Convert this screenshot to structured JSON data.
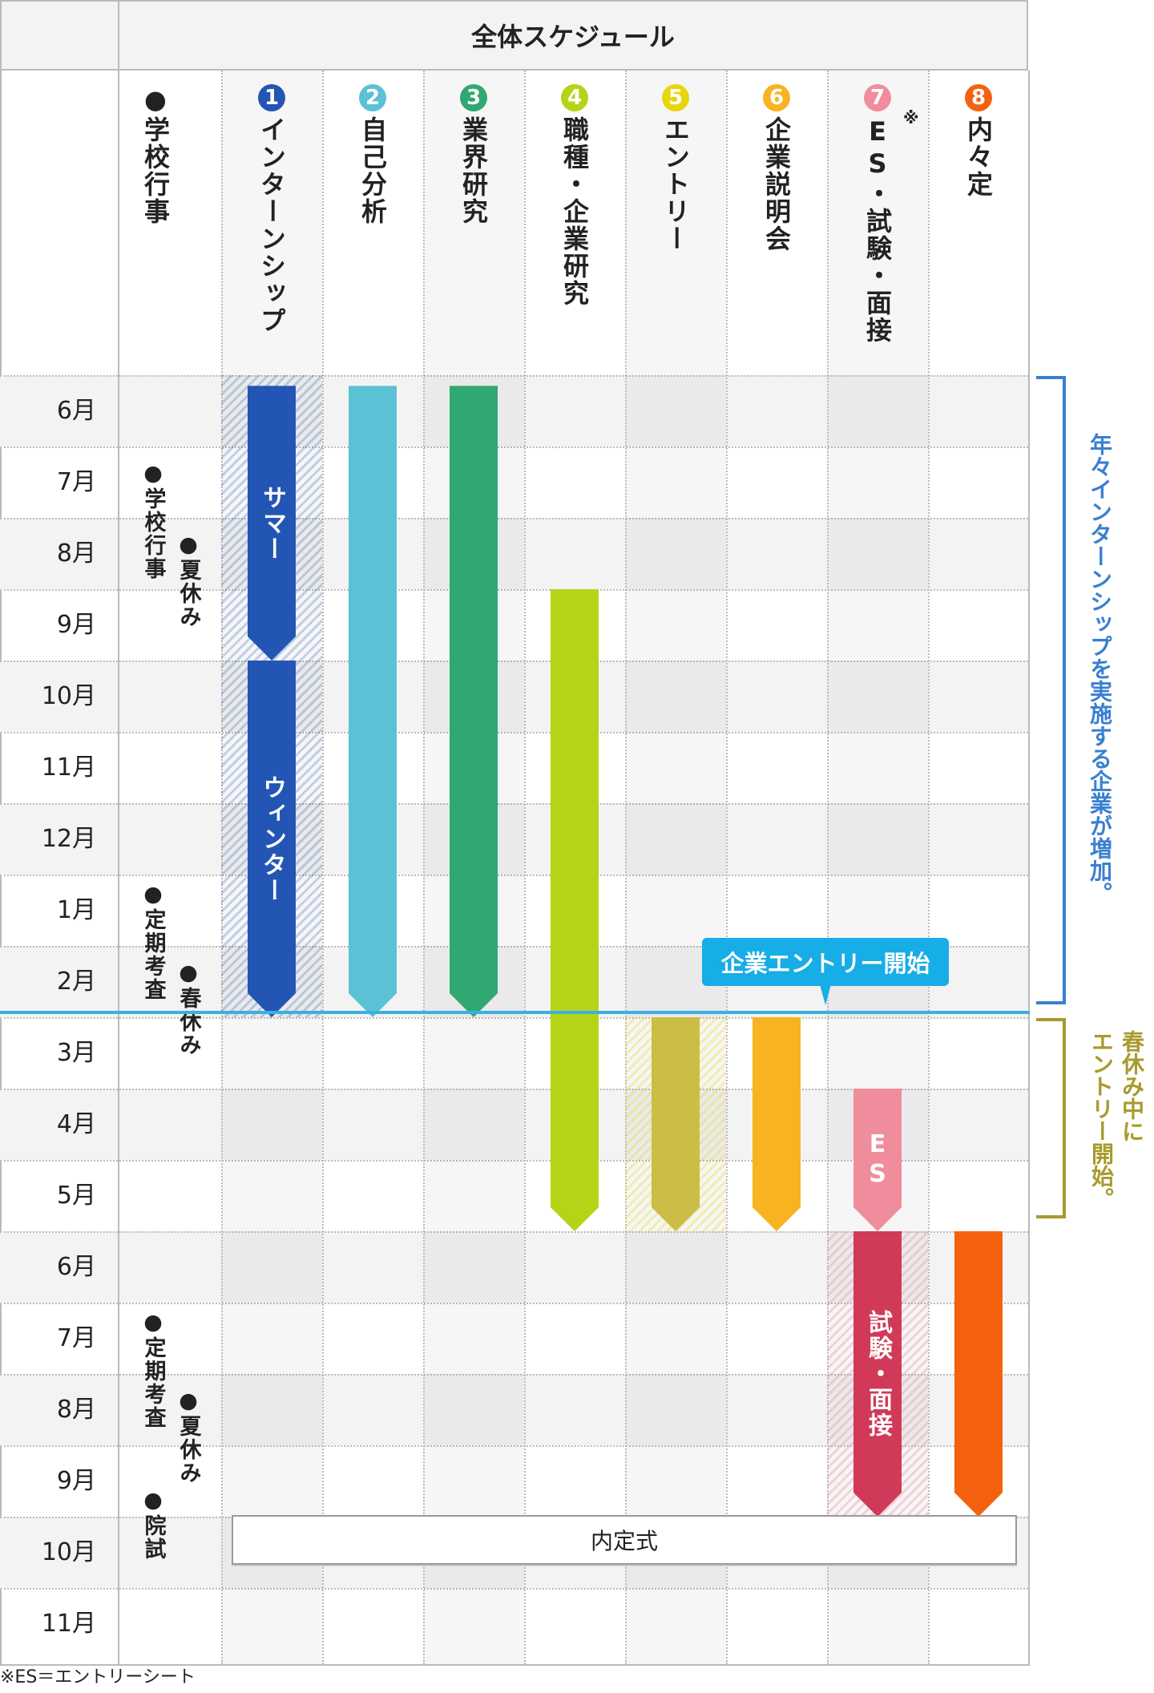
{
  "title": "全体スケジュール",
  "months": [
    "6月",
    "7月",
    "8月",
    "9月",
    "10月",
    "11月",
    "12月",
    "1月",
    "2月",
    "3月",
    "4月",
    "5月",
    "6月",
    "7月",
    "8月",
    "9月",
    "10月",
    "11月"
  ],
  "school_header": "●学校行事",
  "columns": [
    {
      "num": "1",
      "label": "インターンシップ",
      "color": "#2356b4"
    },
    {
      "num": "2",
      "label": "自己分析",
      "color": "#5bc1d4"
    },
    {
      "num": "3",
      "label": "業界研究",
      "color": "#2fa872"
    },
    {
      "num": "4",
      "label": "職種・企業研究",
      "color": "#b6d318"
    },
    {
      "num": "5",
      "label": "エントリー",
      "color": "#e9d60a"
    },
    {
      "num": "6",
      "label": "企業説明会",
      "color": "#f8b321"
    },
    {
      "num": "7",
      "label": "ES・試験・面接",
      "color": "#f08d9c",
      "note": "※"
    },
    {
      "num": "8",
      "label": "内々定",
      "color": "#f5620f"
    }
  ],
  "school_events": [
    {
      "label": "●学校行事",
      "lane": 0,
      "month_index": 1.2
    },
    {
      "label": "●夏休み",
      "lane": 1,
      "month_index": 2.2
    },
    {
      "label": "●定期考査",
      "lane": 0,
      "month_index": 7.1
    },
    {
      "label": "●春休み",
      "lane": 1,
      "month_index": 8.2
    },
    {
      "label": "●定期考査",
      "lane": 0,
      "month_index": 13.1
    },
    {
      "label": "●夏休み",
      "lane": 1,
      "month_index": 14.2
    },
    {
      "label": "●院試",
      "lane": 0,
      "month_index": 15.6
    }
  ],
  "hatches": [
    {
      "col": 0,
      "start": 0,
      "end": 9,
      "color": "rgba(35,86,180,0.25)"
    },
    {
      "col": 4,
      "start": 9,
      "end": 12,
      "color": "rgba(233,214,10,0.3)"
    },
    {
      "col": 6,
      "start": 12,
      "end": 16,
      "color": "rgba(240,141,156,0.35)"
    }
  ],
  "bars": [
    {
      "col": 0,
      "start": 0.15,
      "end": 4,
      "color": "#2356b4",
      "label": "サマー"
    },
    {
      "col": 0,
      "start": 4,
      "end": 9,
      "color": "#2356b4",
      "label": "ウィンター"
    },
    {
      "col": 1,
      "start": 0.15,
      "end": 9,
      "color": "#5bc1d4",
      "label": ""
    },
    {
      "col": 2,
      "start": 0.15,
      "end": 9,
      "color": "#2fa872",
      "label": ""
    },
    {
      "col": 3,
      "start": 3,
      "end": 12,
      "color": "#b6d318",
      "label": ""
    },
    {
      "col": 4,
      "start": 9,
      "end": 12,
      "color": "#cbbd45",
      "label": ""
    },
    {
      "col": 5,
      "start": 9,
      "end": 12,
      "color": "#f8b321",
      "label": ""
    },
    {
      "col": 6,
      "start": 10,
      "end": 12,
      "color": "#f08d9c",
      "label": "ES"
    },
    {
      "col": 6,
      "start": 12,
      "end": 16,
      "color": "#d03a58",
      "label": "試験・面接"
    },
    {
      "col": 7,
      "start": 12,
      "end": 16,
      "color": "#f5620f",
      "label": ""
    }
  ],
  "ceremony": "内定式",
  "callout": "企業エントリー開始",
  "bracket_blue": {
    "text": "年々インターンシップを実施する企業が増加。",
    "color": "#3a7fd0"
  },
  "bracket_gold": {
    "line1": "春休み中に",
    "line2": "エントリー開始。",
    "color": "#a89a2c"
  },
  "footnote": "※ES＝エントリーシート"
}
